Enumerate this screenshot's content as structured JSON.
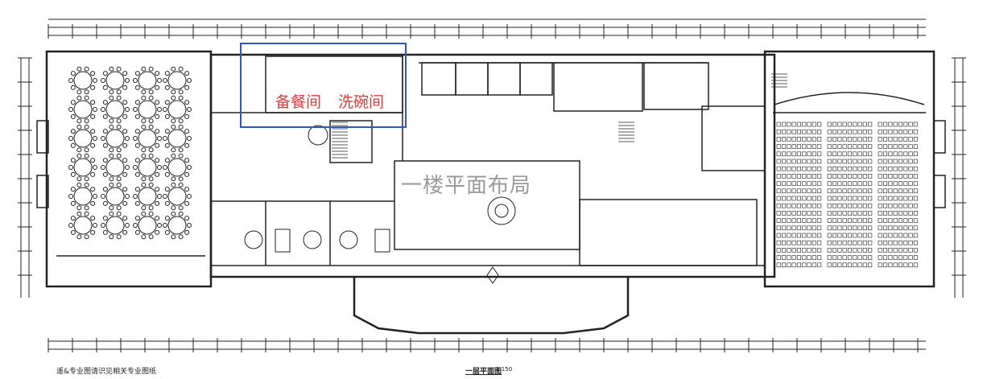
{
  "plan": {
    "title": "一楼平面布局",
    "highlight_labels": [
      "备餐间",
      "洗碗间"
    ],
    "note": "遥&专业图请识见相关专业图纸",
    "sheet_title": "一层平面图",
    "scale": "1:150"
  },
  "colors": {
    "line": "#222222",
    "highlight": "#2f55c8",
    "title": "#9a9a9a",
    "label": "#e23b3b"
  }
}
